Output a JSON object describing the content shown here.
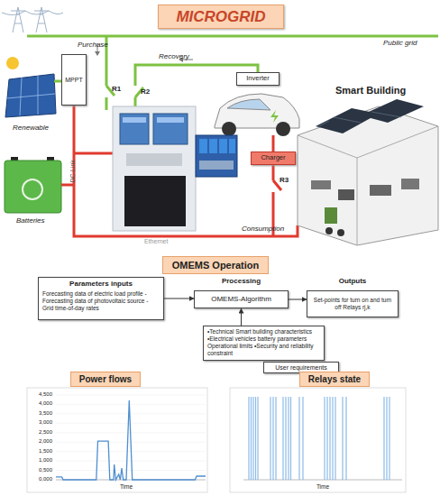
{
  "diagram": {
    "title": "MICROGRID",
    "nodes": [
      {
        "text": [
          "MPPT"
        ]
      },
      {
        "text": [
          "Inverter"
        ]
      },
      {
        "text": [
          "Charger"
        ]
      },
      {
        "text": [
          "OMEMS Operation"
        ]
      },
      {
        "text": [
          "Parameters inputs",
          "Forecasting data of electric load profile - Forecasting data of photovoltaic source - Grid time-of-day rates"
        ]
      },
      {
        "text": [
          "Processing",
          "OMEMS-Algorithm"
        ]
      },
      {
        "text": [
          "Outputs",
          "Set-points for turn on and turn off Relays rj,k"
        ]
      },
      {
        "text": [
          "•Technical Smart building characteristics •Electrical vehicles battery parameters Operational limits •Security and reliability constraint"
        ]
      },
      {
        "text": [
          "User requirements"
        ]
      },
      {
        "text": [
          "Power flows"
        ]
      },
      {
        "text": [
          "Relays state"
        ]
      }
    ],
    "edges": [
      {
        "from": 4,
        "to": 5,
        "arrow": "to"
      },
      {
        "from": 5,
        "to": 6,
        "arrow": "to"
      },
      {
        "from": 7,
        "to": 5,
        "arrow": "to"
      }
    ],
    "labels": [
      "Purchase",
      "Public grid",
      "Recovery",
      "R1",
      "R2",
      "R3",
      "Smart Building",
      "Renewable",
      "DC-Link",
      "Batteries",
      "Ethernet",
      "Consumption",
      "4,500",
      "4,000",
      "3,500",
      "3,000",
      "2,500",
      "2,000",
      "1,500",
      "1,000",
      "0,500",
      "0,000",
      "Time",
      "Time"
    ]
  }
}
